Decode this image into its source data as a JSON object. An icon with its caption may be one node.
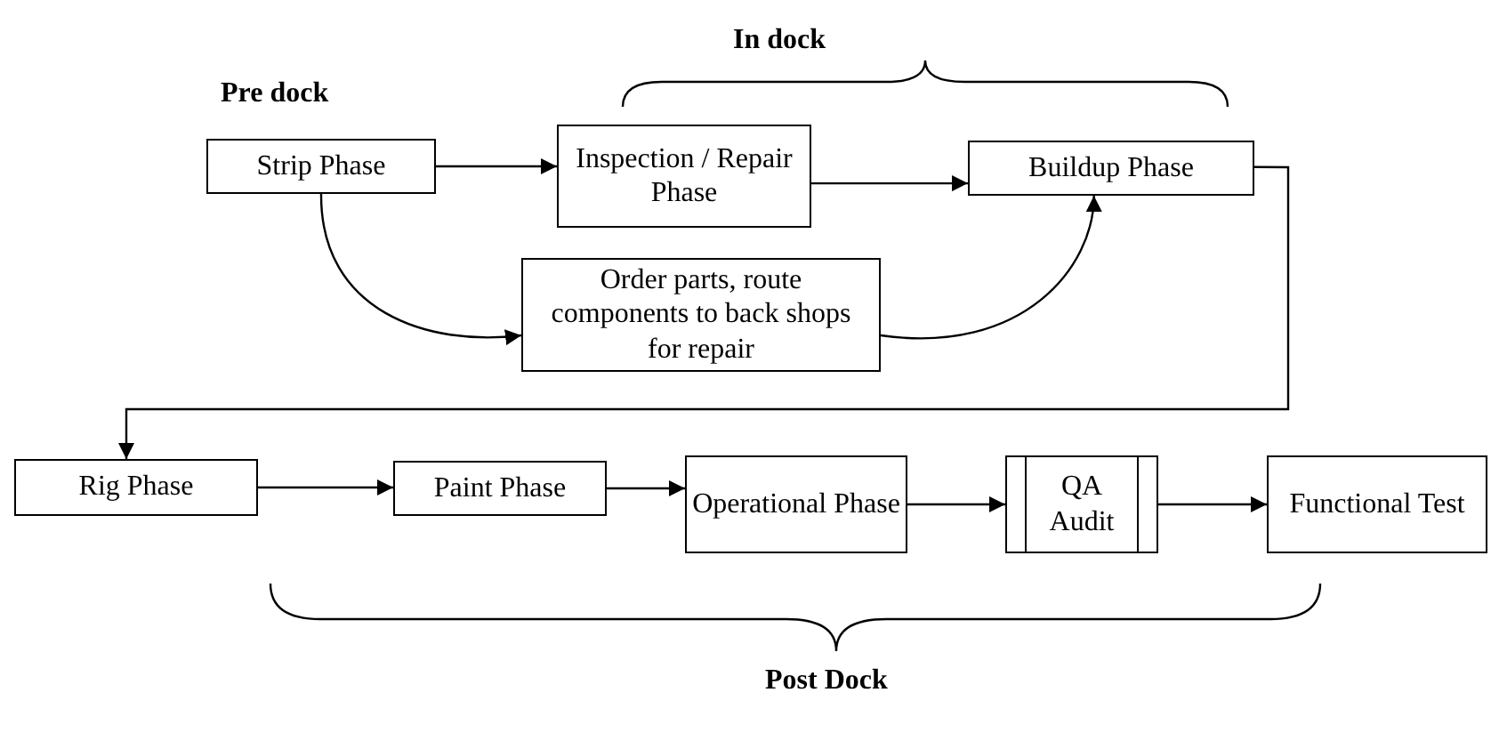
{
  "diagram": {
    "nodes": [
      {
        "text": [
          "Strip Phase"
        ]
      },
      {
        "text": [
          "Inspection / Repair Phase"
        ]
      },
      {
        "text": [
          "Buildup Phase"
        ]
      },
      {
        "text": [
          "Order parts, route components to back shops for repair"
        ]
      },
      {
        "text": [
          "Rig Phase"
        ]
      },
      {
        "text": [
          "Paint Phase"
        ]
      },
      {
        "text": [
          "Operational Phase"
        ]
      },
      {
        "text": [
          "QA Audit"
        ]
      },
      {
        "text": [
          "Functional Test"
        ]
      }
    ],
    "edges": [
      {
        "from": 0,
        "to": 1,
        "arrow": "to"
      },
      {
        "from": 1,
        "to": 2,
        "arrow": "to"
      },
      {
        "from": 0,
        "to": 3,
        "arrow": "to"
      },
      {
        "from": 3,
        "to": 2,
        "arrow": "to"
      },
      {
        "from": 2,
        "to": 4,
        "arrow": "to"
      },
      {
        "from": 4,
        "to": 5,
        "arrow": "to"
      },
      {
        "from": 5,
        "to": 6,
        "arrow": "to"
      },
      {
        "from": 6,
        "to": 7,
        "arrow": "to"
      },
      {
        "from": 7,
        "to": 8,
        "arrow": "to"
      }
    ],
    "labels": [
      "In dock",
      "Pre dock",
      "Post Dock"
    ]
  }
}
